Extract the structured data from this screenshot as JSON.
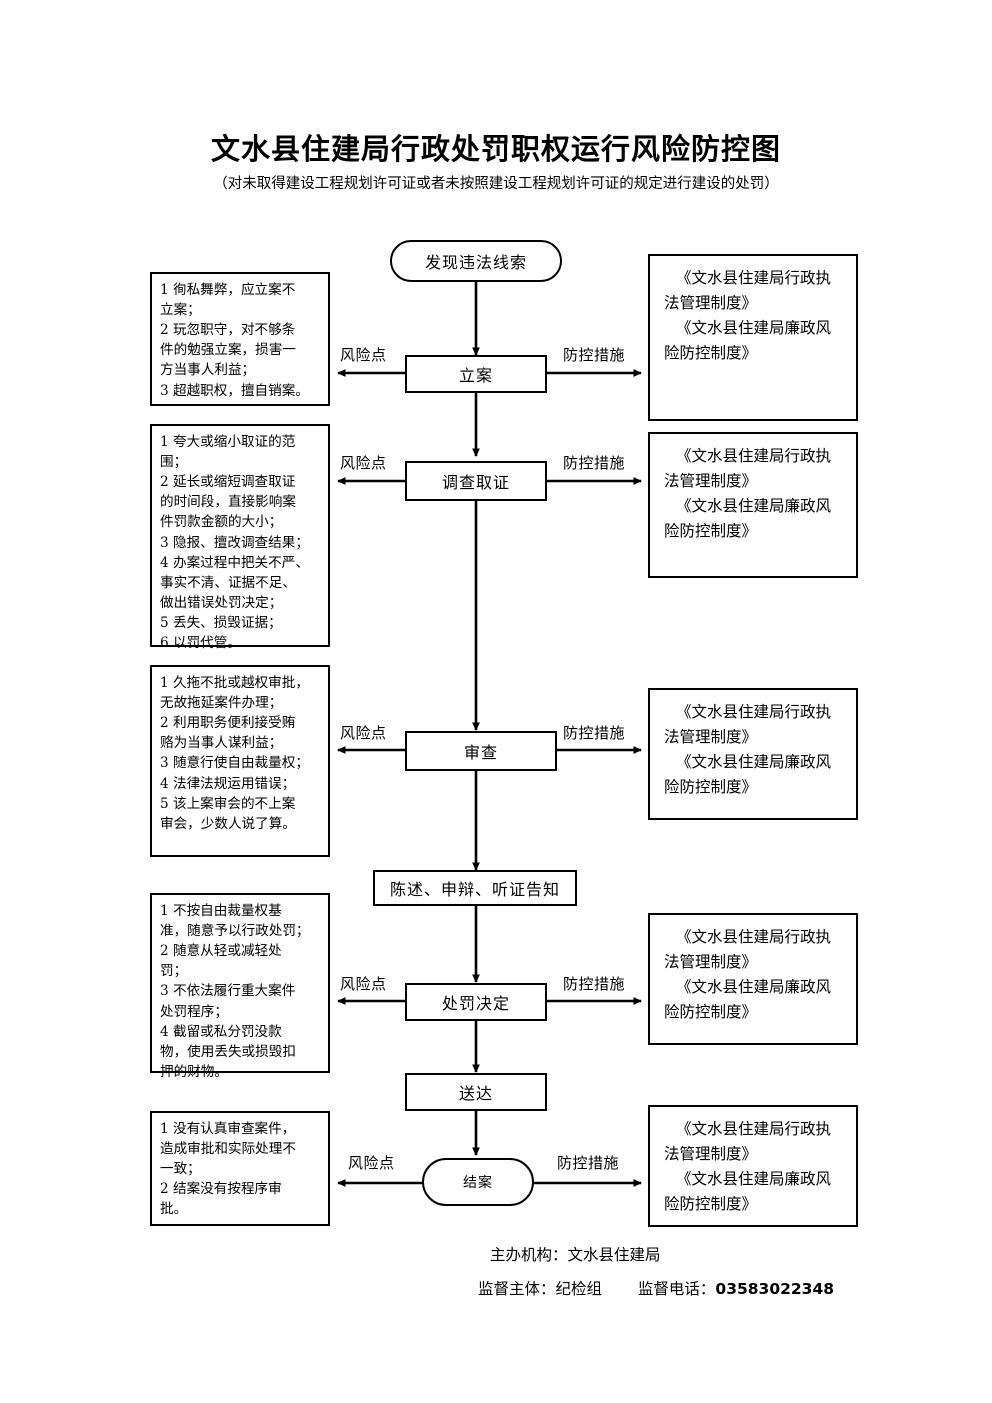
{
  "header": {
    "title": "文水县住建局行政处罚职权运行风险防控图",
    "subtitle": "（对未取得建设工程规划许可证或者未按照建设工程规划许可证的规定进行建设的处罚）"
  },
  "connector_labels": {
    "risk": "风险点",
    "control": "防控措施"
  },
  "flow_nodes": [
    {
      "id": "discover",
      "label": "发现违法线索",
      "shape": "stadium"
    },
    {
      "id": "filing",
      "label": "立案",
      "shape": "rect"
    },
    {
      "id": "evidence",
      "label": "调查取证",
      "shape": "rect"
    },
    {
      "id": "review",
      "label": "审查",
      "shape": "rect"
    },
    {
      "id": "notice",
      "label": "陈述、申辩、听证告知",
      "shape": "rect"
    },
    {
      "id": "decision",
      "label": "处罚决定",
      "shape": "rect"
    },
    {
      "id": "serve",
      "label": "送达",
      "shape": "rect"
    },
    {
      "id": "close",
      "label": "结案",
      "shape": "stadium"
    }
  ],
  "risk_boxes": [
    {
      "for_node": "filing",
      "lines": [
        "1 徇私舞弊，应立案不",
        "立案；",
        "2 玩忽职守，对不够条",
        "件的勉强立案，损害一",
        "方当事人利益；",
        "3 超越职权，擅自销案。"
      ]
    },
    {
      "for_node": "evidence",
      "lines": [
        "1 夸大或缩小取证的范",
        "围；",
        "2 延长或缩短调查取证",
        "的时间段，直接影响案",
        "件罚款金额的大小；",
        "3 隐报、擅改调查结果；",
        "4 办案过程中把关不严、",
        "事实不清、证据不足、",
        "做出错误处罚决定；",
        "5 丢失、损毁证据；",
        "6 以罚代管。"
      ]
    },
    {
      "for_node": "review",
      "lines": [
        "1 久拖不批或越权审批，",
        "无故拖延案件办理；",
        "2 利用职务便利接受贿",
        "赂为当事人谋利益；",
        "3 随意行使自由裁量权；",
        "4 法律法规运用错误；",
        "5 该上案审会的不上案",
        "审会，少数人说了算。"
      ]
    },
    {
      "for_node": "decision",
      "lines": [
        "1 不按自由裁量权基",
        "准，随意予以行政处罚；",
        "2 随意从轻或减轻处",
        "罚；",
        "3 不依法履行重大案件",
        "处罚程序；",
        "4 截留或私分罚没款",
        "物，使用丢失或损毁扣",
        "押的财物。"
      ]
    },
    {
      "for_node": "close",
      "lines": [
        "1 没有认真审查案件，",
        "造成审批和实际处理不",
        "一致；",
        "2 结案没有按程序审",
        "批。"
      ]
    }
  ],
  "control_boxes": [
    {
      "for_node": "filing",
      "lines": [
        "《文水县住建局行政执",
        "法管理制度》",
        "《文水县住建局廉政风",
        "险防控制度》"
      ]
    },
    {
      "for_node": "evidence",
      "lines": [
        "《文水县住建局行政执",
        "法管理制度》",
        "《文水县住建局廉政风",
        "险防控制度》"
      ]
    },
    {
      "for_node": "review",
      "lines": [
        "《文水县住建局行政执",
        "法管理制度》",
        "《文水县住建局廉政风",
        "险防控制度》"
      ]
    },
    {
      "for_node": "decision",
      "lines": [
        "《文水县住建局行政执",
        "法管理制度》",
        "《文水县住建局廉政风",
        "险防控制度》"
      ]
    },
    {
      "for_node": "close",
      "lines": [
        "《文水县住建局行政执",
        "法管理制度》",
        "《文水县住建局廉政风",
        "险防控制度》"
      ]
    }
  ],
  "footer": {
    "organizer_label": "主办机构：文水县住建局",
    "supervisor_label": "监督主体：纪检组",
    "phone_label": "监督电话：",
    "phone_number": "03583022348"
  },
  "colors": {
    "ink": "#000000",
    "paper": "#ffffff"
  }
}
